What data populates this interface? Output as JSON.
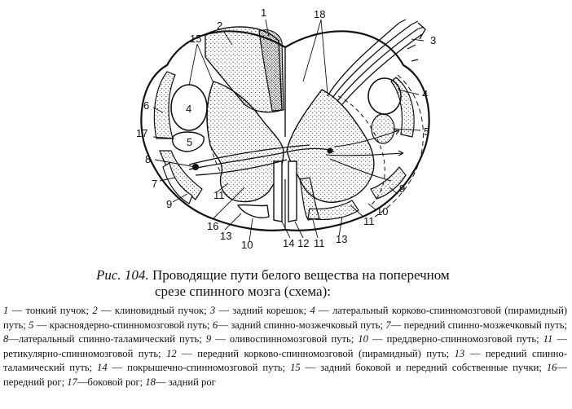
{
  "figure": {
    "labels": [
      "1",
      "2",
      "3",
      "4",
      "4",
      "5",
      "5",
      "6",
      "7",
      "8",
      "9",
      "9",
      "10",
      "10",
      "11",
      "11",
      "11",
      "12",
      "13",
      "13",
      "14",
      "15",
      "16",
      "17",
      "18"
    ]
  },
  "caption": {
    "number": "Рис. 104.",
    "line1": "Проводящие пути белого вещества на поперечном",
    "line2": "срезе спинного мозга (схема):"
  },
  "legend": [
    {
      "n": "1",
      "sep": " — ",
      "text": "тонкий пучок; "
    },
    {
      "n": "2",
      "sep": " — ",
      "text": "клиновидный пучок; "
    },
    {
      "n": "3",
      "sep": " — ",
      "text": "задний корешок; "
    },
    {
      "n": "4",
      "sep": " — ",
      "text": "латеральный корково-спинномозговой (пирамидный) путь; "
    },
    {
      "n": "5",
      "sep": " — ",
      "text": "красноядерно-спинномозговой путь; "
    },
    {
      "n": "6",
      "sep": "— ",
      "text": "задний спинно-мозжечковый путь; "
    },
    {
      "n": "7",
      "sep": "— ",
      "text": "передний спинно-мозжечковый путь; "
    },
    {
      "n": "8",
      "sep": "—",
      "text": "латеральный спинно-таламический путь; "
    },
    {
      "n": "9",
      "sep": " — ",
      "text": "оливоспинномозговой путь; "
    },
    {
      "n": "10",
      "sep": " — ",
      "text": "преддверно-спинномозговой путь; "
    },
    {
      "n": "11",
      "sep": " — ",
      "text": "ретикулярно-спинномозговой путь; "
    },
    {
      "n": "12",
      "sep": " — ",
      "text": "передний корково-спинномозговой (пирамидный) путь; "
    },
    {
      "n": "13",
      "sep": " — ",
      "text": "передний спинно-таламический путь; "
    },
    {
      "n": "14",
      "sep": " — ",
      "text": "покрышечно-спинномозговой путь; "
    },
    {
      "n": "15",
      "sep": " — ",
      "text": "задний боковой и передний собственные пучки; "
    },
    {
      "n": "16",
      "sep": "— ",
      "text": "передний рог; "
    },
    {
      "n": "17",
      "sep": "—",
      "text": "боковой рог; "
    },
    {
      "n": "18",
      "sep": "— ",
      "text": "задний рог"
    }
  ]
}
